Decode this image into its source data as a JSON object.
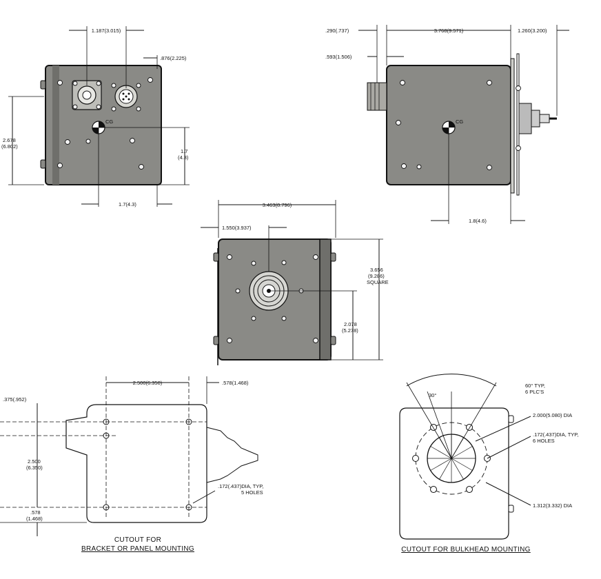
{
  "labels": {
    "fv_w1": "1.187(3.015)",
    "fv_w2": ".876(2.225)",
    "fv_h": "2.678",
    "fv_h_mm": "(6.802)",
    "fv_cgh": "1.7",
    "fv_cgh_mm": "(4.3)",
    "fv_cgx": "1.7(4.3)",
    "cg": "CG",
    "sv_conn": ".290(.737)",
    "sv_w": "3.768(9.571)",
    "sv_stud": "1.260(3.200)",
    "sv_flange": ".593(1.506)",
    "sv_cgx": "1.8(4.6)",
    "rv_w": "3.463(8.796)",
    "rv_ctr": "1.550(3.937)",
    "rv_sq1": "3.656",
    "rv_sq2": "(9.286)",
    "rv_sq3": "SQUARE",
    "rv_ctrh1": "2.078",
    "rv_ctrh2": "(5.278)",
    "bp_w": "2.500(6.350)",
    "bp_edge": ".578(1.468)",
    "bp_top": ".375(.952)",
    "bp_h1": "2.500",
    "bp_h2": "(6.350)",
    "bp_bot1": ".578",
    "bp_bot2": "(1.468)",
    "bp_holes1": ".172(.437)DIA, TYP,",
    "bp_holes2": "5 HOLES",
    "bp_cap1": "CUTOUT  FOR",
    "bp_cap2": "BRACKET  OR  PANEL MOUNTING",
    "bh_ang1": "60° TYP,",
    "bh_ang2": "6 PLC'S",
    "bh_30": "30°",
    "bh_bc": "2.000(5.080) DIA",
    "bh_holes1": ".172(.437)DIA, TYP,",
    "bh_holes2": "6 HOLES",
    "bh_inner": "1.312(3.332) DIA",
    "bh_cap": "CUTOUT FOR BULKHEAD MOUNTING"
  },
  "colors": {
    "body": "#8a8a86",
    "line": "#111111"
  }
}
